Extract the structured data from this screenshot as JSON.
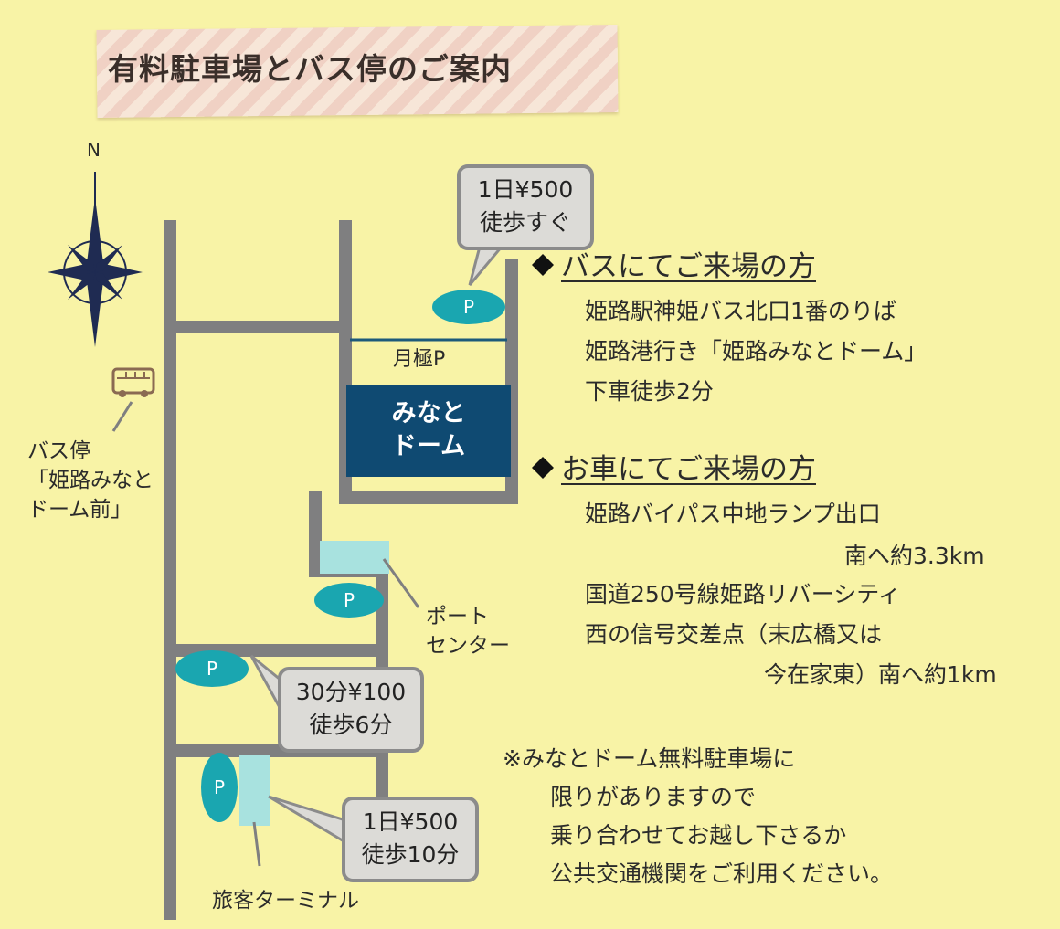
{
  "title": "有料駐車場とバス停のご案内",
  "compass": {
    "north_label": "N",
    "icon": "compass-rose-icon"
  },
  "map": {
    "monthly_parking": "月極P",
    "dome_lines": [
      "みなと",
      "ドーム"
    ],
    "bus_stop_icon": "bus-icon",
    "bus_stop_lines": [
      "バス停",
      "「姫路みなと",
      "ドーム前」"
    ],
    "port_center_lines": [
      "ポート",
      "センター"
    ],
    "terminal": "旅客ターミナル",
    "parking_symbol": "P",
    "colors": {
      "road": "#7f7f80",
      "dome": "#0f4a72",
      "parking": "#1aa6b0",
      "building": "#a8e2df"
    }
  },
  "callouts": [
    {
      "lines": [
        "1日¥500",
        "徒歩すぐ"
      ]
    },
    {
      "lines": [
        "30分¥100",
        "徒歩6分"
      ]
    },
    {
      "lines": [
        "1日¥500",
        "徒歩10分"
      ]
    }
  ],
  "bus_section": {
    "heading": "バスにてご来場の方",
    "lines": [
      "姫路駅神姫バス北口1番のりば",
      "姫路港行き「姫路みなとドーム」",
      "下車徒歩2分"
    ]
  },
  "car_section": {
    "heading": "お車にてご来場の方",
    "lines": [
      "姫路バイパス中地ランプ出口",
      "南へ約3.3km",
      "国道250号線姫路リバーシティ",
      "西の信号交差点（末広橋又は",
      "今在家東）南へ約1km"
    ]
  },
  "note_lines": [
    "※みなとドーム無料駐車場に",
    "限りがありますので",
    "乗り合わせてお越し下さるか",
    "公共交通機関をご利用ください。"
  ]
}
